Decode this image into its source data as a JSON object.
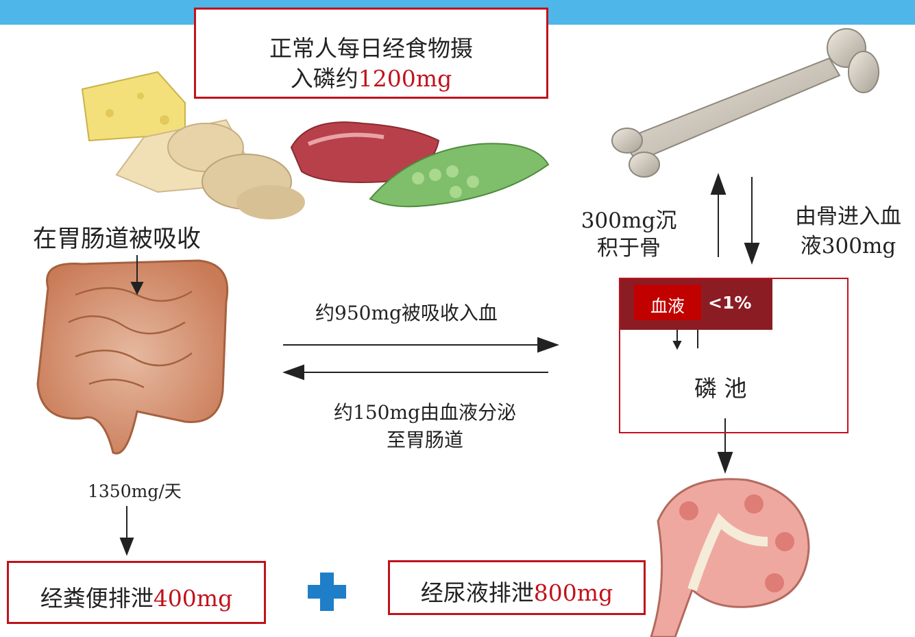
{
  "intake": {
    "line1": "正常人每日经食物摄",
    "line2_prefix": "入磷约",
    "line2_amount": "1200mg"
  },
  "absorb_label": "在胃肠道被吸收",
  "absorbed_to_blood": "约950mg被吸收入血",
  "secreted_to_gut": {
    "line1": "约150mg由血液分泌",
    "line2": "至胃肠道"
  },
  "gut_daily": "1350mg/天",
  "bone_deposit": {
    "line1": "300mg沉",
    "line2": "积于骨"
  },
  "bone_release": {
    "line1": "由骨进入血",
    "line2": "液300mg"
  },
  "pool": {
    "blood_label": "血液",
    "blood_percent": "<1%",
    "name": "磷 池"
  },
  "feces": {
    "prefix": "经粪便排泄",
    "amount": "400mg"
  },
  "urine": {
    "prefix": "经尿液排泄",
    "amount": "800mg"
  },
  "colors": {
    "header_bar": "#4fb6ea",
    "box_border": "#c0121c",
    "highlight_text": "#c0121c",
    "plus": "#1e7ec8",
    "blood_band": "#8b1c24"
  }
}
